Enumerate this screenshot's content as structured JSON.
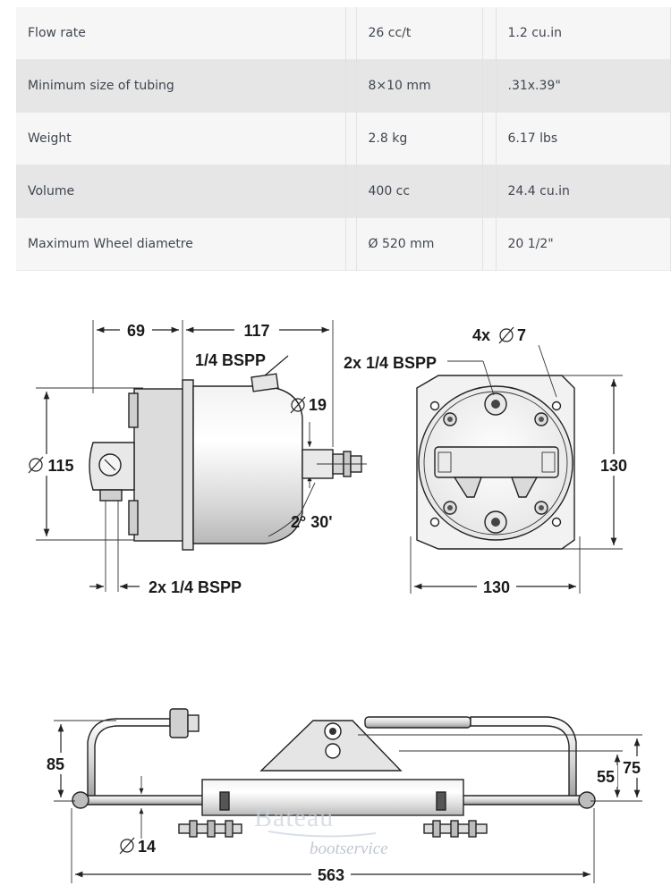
{
  "specs": {
    "rows": [
      {
        "label": "Flow rate",
        "metric": "26 cc/t",
        "imperial": "1.2 cu.in"
      },
      {
        "label": "Minimum size of tubing",
        "metric": "8×10 mm",
        "imperial": ".31x.39\""
      },
      {
        "label": "Weight",
        "metric": "2.8 kg",
        "imperial": "6.17 lbs"
      },
      {
        "label": "Volume",
        "metric": "400 cc",
        "imperial": "24.4 cu.in"
      },
      {
        "label": "Maximum Wheel diametre",
        "metric": "Ø 520 mm",
        "imperial": "20 1/2\""
      }
    ]
  },
  "drawing_side": {
    "dim_69": "69",
    "dim_117": "117",
    "port_top": "1/4 BSPP",
    "dim_19": "19",
    "dim_115": "115",
    "angle": "2° 30'",
    "ports_bottom": "2x 1/4 BSPP"
  },
  "drawing_front": {
    "holes": "4x",
    "holes_dia": "7",
    "ports": "2x 1/4 BSPP",
    "height": "130",
    "width": "130"
  },
  "drawing_mount": {
    "dim_85": "85",
    "dim_55": "55",
    "dim_75": "75",
    "dim_14": "14",
    "dim_563": "563"
  },
  "watermark": {
    "brand": "Bateau",
    "sub": "bootservice"
  }
}
